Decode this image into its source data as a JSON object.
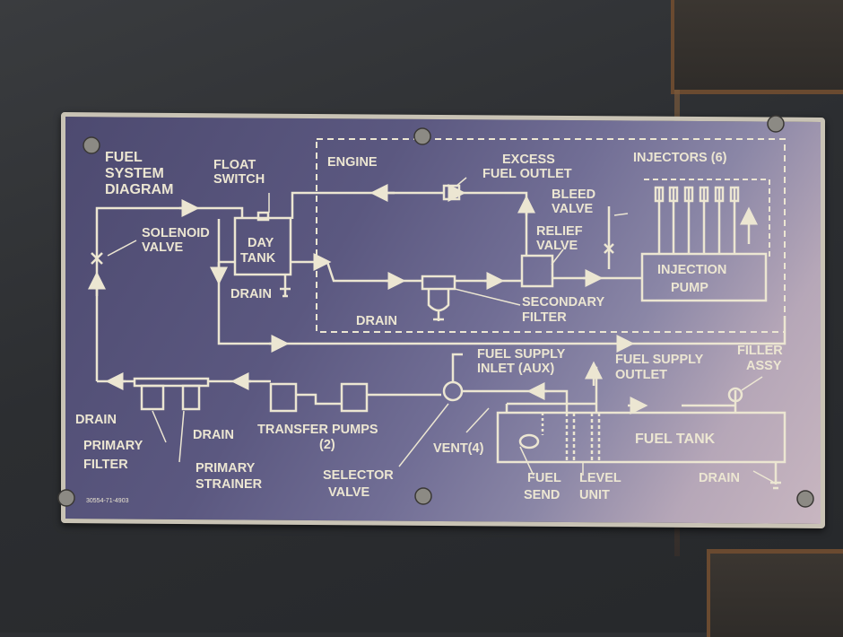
{
  "plate": {
    "title_line1": "FUEL",
    "title_line2": "SYSTEM",
    "title_line3": "DIAGRAM",
    "part_number": "30554-71-4903"
  },
  "labels": {
    "float_switch_1": "FLOAT",
    "float_switch_2": "SWITCH",
    "engine": "ENGINE",
    "excess_1": "EXCESS",
    "excess_2": "FUEL OUTLET",
    "injectors": "INJECTORS (6)",
    "bleed_1": "BLEED",
    "bleed_2": "VALVE",
    "solenoid_1": "SOLENOID",
    "solenoid_2": "VALVE",
    "day_tank_1": "DAY",
    "day_tank_2": "TANK",
    "relief_1": "RELIEF",
    "relief_2": "VALVE",
    "injection_pump_1": "INJECTION",
    "injection_pump_2": "PUMP",
    "drain_day": "DRAIN",
    "secondary_1": "SECONDARY",
    "secondary_2": "FILTER",
    "drain_secondary": "DRAIN",
    "fuel_supply_inlet_1": "FUEL SUPPLY",
    "fuel_supply_inlet_2": "INLET (AUX)",
    "fuel_supply_outlet_1": "FUEL SUPPLY",
    "fuel_supply_outlet_2": "OUTLET",
    "filler_1": "FILLER",
    "filler_2": "ASSY",
    "drain_primary": "DRAIN",
    "transfer_pumps_1": "TRANSFER PUMPS",
    "transfer_pumps_2": "(2)",
    "vent": "VENT(4)",
    "fuel_tank": "FUEL TANK",
    "primary_filter_1": "PRIMARY",
    "primary_filter_2": "FILTER",
    "drain_strainer": "DRAIN",
    "primary_strainer_1": "PRIMARY",
    "primary_strainer_2": "STRAINER",
    "selector_1": "SELECTOR",
    "selector_2": "VALVE",
    "fuel_send_1": "FUEL",
    "fuel_send_2": "SEND",
    "level_unit_1": "LEVEL",
    "level_unit_2": "UNIT",
    "drain_tank": "DRAIN"
  }
}
